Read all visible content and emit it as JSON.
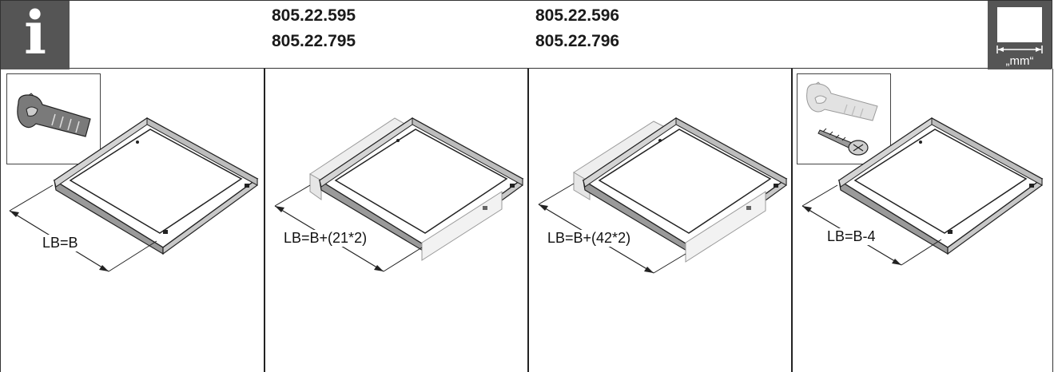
{
  "header": {
    "info_icon": "info-icon",
    "info_glyph": "i",
    "unit_icon": "measurement-unit-icon",
    "unit_label": "„mm“"
  },
  "panels": [
    {
      "codes": [],
      "accessory": "wrench-clip-icon",
      "dimension_label": "LB=B"
    },
    {
      "codes": [
        "805.22.595",
        "805.22.795"
      ],
      "dimension_label": "LB=B+(21*2)"
    },
    {
      "codes": [
        "805.22.596",
        "805.22.796"
      ],
      "dimension_label": "LB=B+(42*2)"
    },
    {
      "codes": [],
      "accessory": "clip-and-screw-icon",
      "dimension_label": "LB=B-4"
    }
  ]
}
